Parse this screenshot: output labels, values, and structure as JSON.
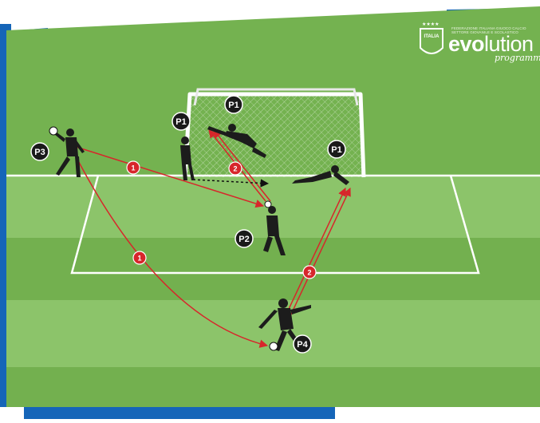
{
  "logo": {
    "federation": "FEDERAZIONE ITALIANA GIUOCO CALCIO",
    "sector": "SETTORE GIOVANILE E SCOLASTICO",
    "evolution_bold": "evo",
    "evolution_light": "lution",
    "programme": "programme",
    "badge": "ITALIA"
  },
  "players": {
    "p1_keeper_net": "P1",
    "p1_near": "P1",
    "p1_dive": "P1",
    "p2": "P2",
    "p3": "P3",
    "p4": "P4"
  },
  "steps": {
    "step_1_top": "1",
    "step_1_bottom": "1",
    "step_2_net": "2",
    "step_2_bottom": "2"
  },
  "colors": {
    "grass_light": "#7db957",
    "grass_dark": "#6aa547",
    "line": "#ffffff",
    "arrow": "#d7262b",
    "badge_red": "#d7262b",
    "badge_black": "#1a1a1a",
    "frame_blue": "#1565b8"
  }
}
